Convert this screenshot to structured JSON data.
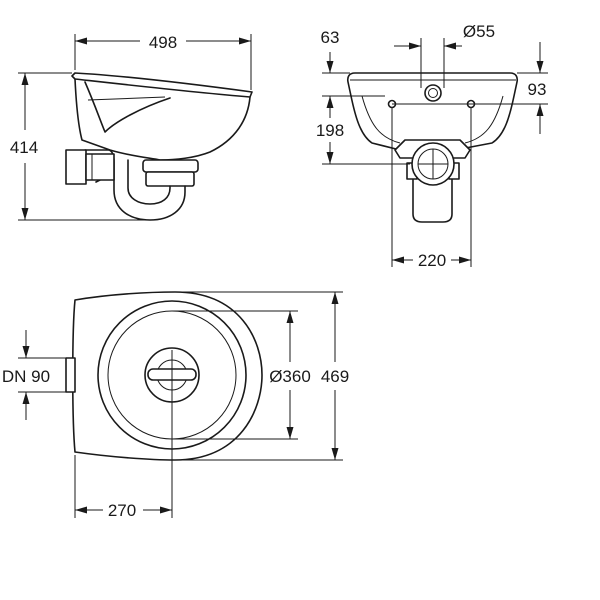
{
  "dimensions": {
    "side_width": "498",
    "side_height": "414",
    "front_rim_height": "63",
    "front_outlet_diameter": "Ø55",
    "front_upper_height": "93",
    "front_mount_height": "198",
    "front_hole_spacing": "220",
    "top_pipe_size": "DN 90",
    "top_bowl_diameter": "Ø360",
    "top_depth": "469",
    "top_drain_offset": "270"
  }
}
